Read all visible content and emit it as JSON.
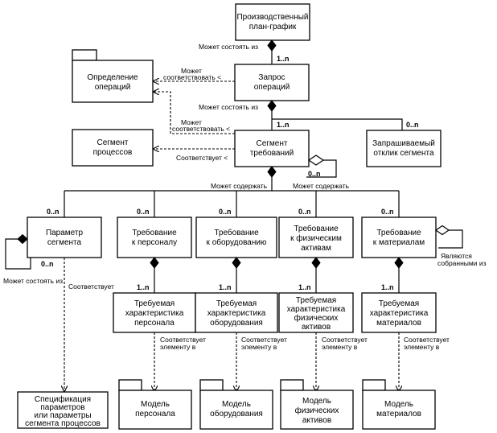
{
  "boxes": {
    "schedule": [
      "Производственный",
      "план-график"
    ],
    "op_def": [
      "Определение",
      "операций"
    ],
    "op_req": [
      "Запрос",
      "операций"
    ],
    "proc_seg": [
      "Сегмент",
      "процессов"
    ],
    "seg_req": [
      "Сегмент",
      "требований"
    ],
    "seg_resp": [
      "Запрашиваемый",
      "отклик сегмента"
    ],
    "seg_param": [
      "Параметр",
      "сегмента"
    ],
    "req_pers": [
      "Требование",
      "к персоналу"
    ],
    "req_equip": [
      "Требование",
      "к оборудованию"
    ],
    "req_phys": [
      "Требование",
      "к физическим",
      "активам"
    ],
    "req_mat": [
      "Требование",
      "к материалам"
    ],
    "prop_pers": [
      "Требуемая",
      "характеристика",
      "персонала"
    ],
    "prop_equip": [
      "Требуемая",
      "характеристика",
      "оборудования"
    ],
    "prop_phys": [
      "Требуемая",
      "характеристика",
      "физических",
      "активов"
    ],
    "prop_mat": [
      "Требуемая",
      "характеристика",
      "материалов"
    ],
    "param_spec": [
      "Спецификация",
      "параметров",
      "или параметры",
      "сегмента процессов"
    ],
    "model_pers": [
      "Модель",
      "персонала"
    ],
    "model_equip": [
      "Модель",
      "оборудования"
    ],
    "model_phys": [
      "Модель",
      "физических",
      "активов"
    ],
    "model_mat": [
      "Модель",
      "материалов"
    ]
  },
  "labels": {
    "may_consist_1": "Может состоять из",
    "may_consist_2": "Может состоять из",
    "may_consist_3": "Может состоять из",
    "may_match_1a": "Может",
    "may_match_1b": "соответствовать <",
    "may_match_2a": "Может",
    "may_match_2b": "соответствовать <",
    "corresponds_1": "Соответствует <",
    "may_contain_1": "Может содержать",
    "may_contain_2": "Может содержать",
    "corresponds_2": "Соответствует",
    "assembled_a": "Являются",
    "assembled_b": "собранными из",
    "elem_pers_a": "Соответствует",
    "elem_pers_b": "элементу в",
    "elem_equip_a": "Соответствует",
    "elem_equip_b": "элементу в",
    "elem_phys_a": "Соответствует",
    "elem_phys_b": "элементу в",
    "elem_mat_a": "Соответствует",
    "elem_mat_b": "элементу в"
  },
  "multiplicity": {
    "one_n": "1..n",
    "zero_n": "0..n"
  }
}
